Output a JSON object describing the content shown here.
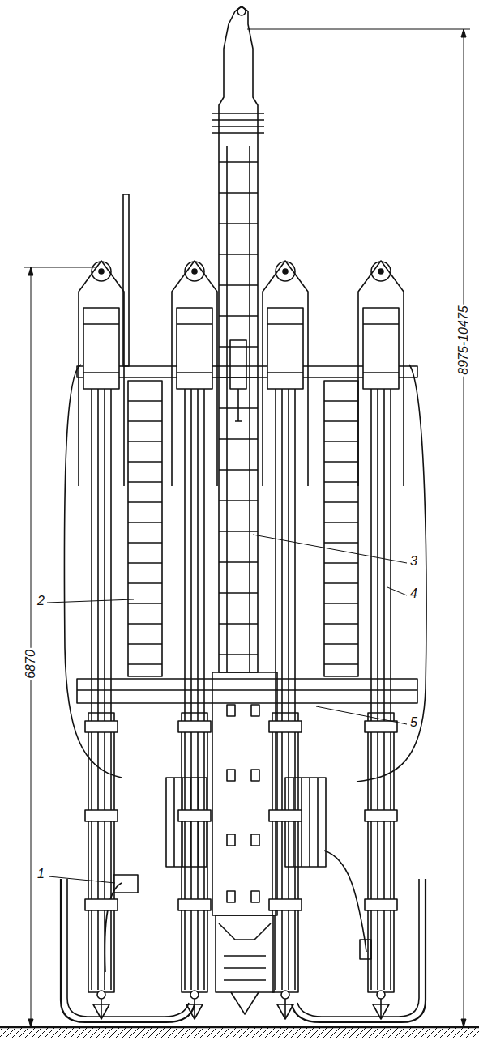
{
  "diagram": {
    "labels": [
      "1",
      "2",
      "3",
      "4",
      "5",
      "6870",
      "8975-10475"
    ]
  }
}
